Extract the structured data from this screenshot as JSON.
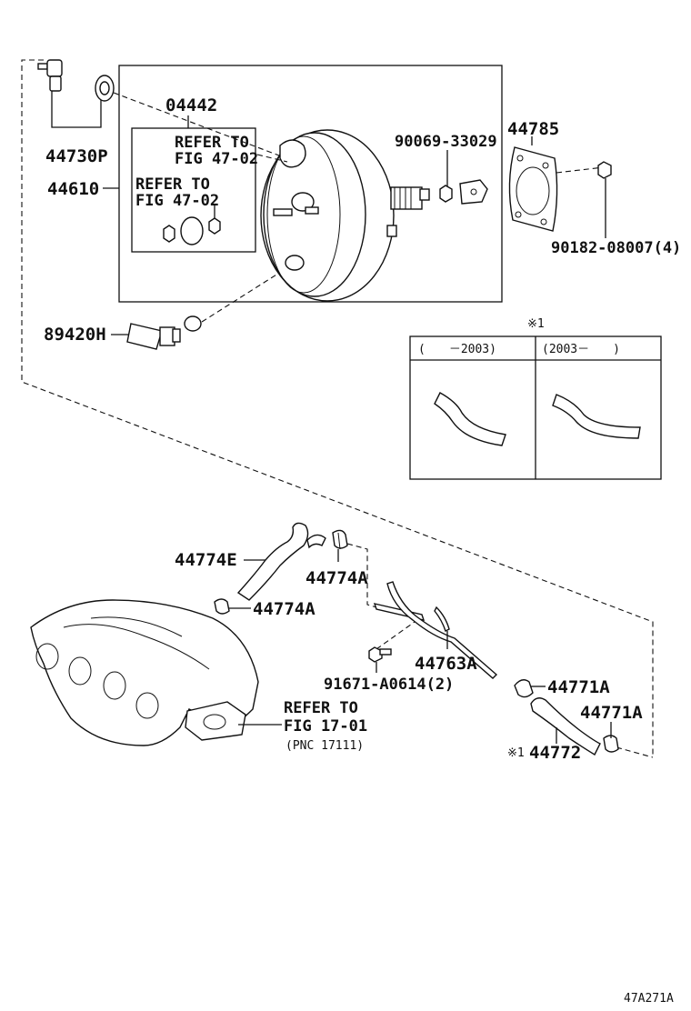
{
  "labels": {
    "p44730P": "44730P",
    "p44610": "44610",
    "p04442": "04442",
    "ref47_a1": "REFER TO",
    "ref47_a2": "FIG 47-02",
    "ref47_b1": "REFER TO",
    "ref47_b2": "FIG 47-02",
    "p90069": "90069-33029",
    "p44785": "44785",
    "p90182": "90182-08007(4)",
    "p89420H": "89420H",
    "p44774E": "44774E",
    "p44774A_1": "44774A",
    "p44774A_2": "44774A",
    "p44763A": "44763A",
    "p91671": "91671-A0614(2)",
    "p44771A_1": "44771A",
    "p44771A_2": "44771A",
    "p44772": "44772",
    "ref17_1": "REFER TO",
    "ref17_2": "FIG 17-01",
    "ref17_3": "(PNC 17111)"
  },
  "inset": {
    "note_mark": "※1",
    "col_left": "(　　－2003)",
    "col_right": "(2003－　　)"
  },
  "footnote_mark": "※1",
  "figure_id": "47A271A"
}
